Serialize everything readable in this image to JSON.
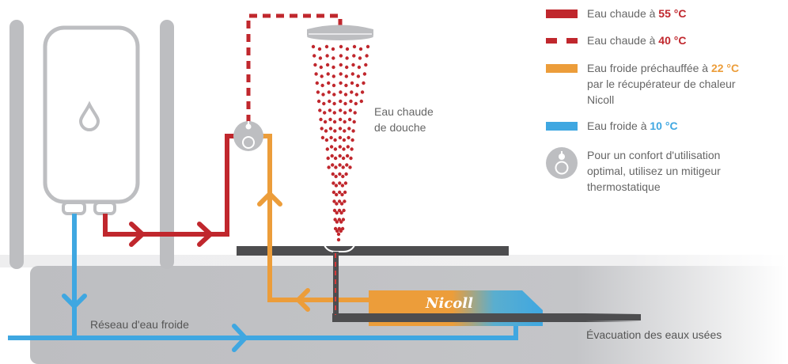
{
  "colors": {
    "hot55": "#c0272d",
    "hot40": "#c0272d",
    "preheated": "#ec9d3a",
    "cold": "#3fa7e1",
    "drain": "#4d4d4f",
    "wall": "#bdbec1",
    "text": "#666666"
  },
  "legend": {
    "items": [
      {
        "id": "hot55",
        "text": "Eau chaude à ",
        "value": "55 °C",
        "style": "solid",
        "color": "#c0272d"
      },
      {
        "id": "hot40",
        "text": "Eau chaude à ",
        "value": "40 °C",
        "style": "dashed",
        "color": "#c0272d"
      },
      {
        "id": "preheated",
        "text": "Eau froide préchauffée à ",
        "value": "22 °C",
        "text2": "par le récupérateur de chaleur",
        "text3": "Nicoll",
        "style": "solid",
        "color": "#ec9d3a"
      },
      {
        "id": "cold",
        "text": "Eau froide à ",
        "value": "10 °C",
        "style": "solid",
        "color": "#3fa7e1"
      },
      {
        "id": "mixer",
        "line1": "Pour un confort d'utilisation",
        "line2": "optimal, utilisez un mitigeur",
        "line3": "thermostatique",
        "icon": "thermostatic-mixer-icon"
      }
    ]
  },
  "labels": {
    "shower_water_1": "Eau chaude",
    "shower_water_2": "de douche",
    "cold_network": "Réseau d'eau froide",
    "drain": "Évacuation des eaux usées",
    "brand": "Nicoll"
  },
  "icons": {
    "water_heater": "water-heater-icon",
    "drop": "water-drop-icon",
    "shower_head": "shower-head-icon",
    "mixer": "thermostatic-mixer-icon",
    "heat_recovery": "heat-recovery-unit-icon"
  }
}
